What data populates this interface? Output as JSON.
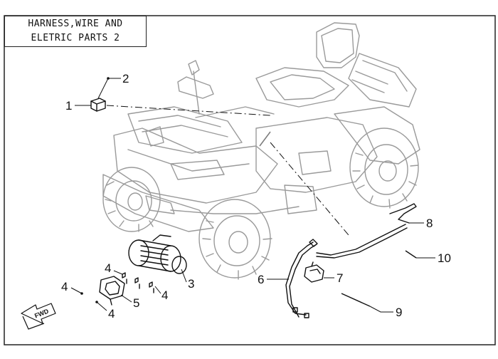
{
  "title": {
    "line1": "HARNESS,WIRE AND",
    "line2": "ELETRIC PARTS 2"
  },
  "direction_label": "FWD",
  "callouts": [
    {
      "id": "c1",
      "label": "1"
    },
    {
      "id": "c2",
      "label": "2"
    },
    {
      "id": "c3",
      "label": "3"
    },
    {
      "id": "c4a",
      "label": "4"
    },
    {
      "id": "c4b",
      "label": "4"
    },
    {
      "id": "c4c",
      "label": "4"
    },
    {
      "id": "c4d",
      "label": "4"
    },
    {
      "id": "c5",
      "label": "5"
    },
    {
      "id": "c6",
      "label": "6"
    },
    {
      "id": "c7",
      "label": "7"
    },
    {
      "id": "c8",
      "label": "8"
    },
    {
      "id": "c9",
      "label": "9"
    },
    {
      "id": "c10",
      "label": "10"
    }
  ]
}
